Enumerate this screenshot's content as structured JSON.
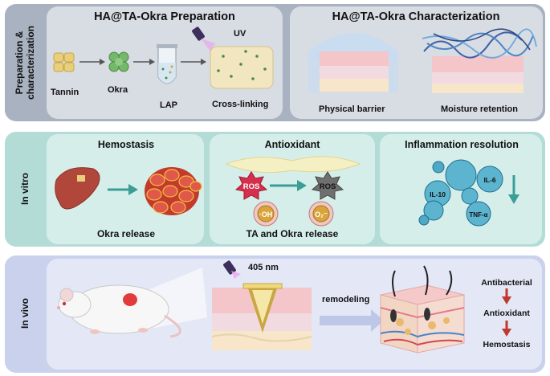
{
  "sections": {
    "prep": {
      "side_label_line1": "Preparation &",
      "side_label_line2": "characterization",
      "prep_title": "HA@TA-Okra Preparation",
      "char_title": "HA@TA-Okra Characterization",
      "tannin": "Tannin",
      "okra": "Okra",
      "lap": "LAP",
      "uv": "UV",
      "crosslinking": "Cross-linking",
      "physical_barrier": "Physical barrier",
      "moisture_retention": "Moisture retention"
    },
    "invitro": {
      "side_label": "In vitro",
      "hemostasis_title": "Hemostasis",
      "okra_release": "Okra release",
      "antioxidant_title": "Antioxidant",
      "ros1": "ROS",
      "ros2": "ROS",
      "oh": "·OH",
      "o2": "O₂⁻",
      "ta_okra_release": "TA and Okra release",
      "inflammation_title": "Inflammation resolution",
      "il6": "IL-6",
      "il10": "IL-10",
      "tnf": "TNF-α"
    },
    "invivo": {
      "side_label": "In vivo",
      "wavelength": "405 nm",
      "remodeling": "remodeling",
      "antibacterial": "Antibacterial",
      "antioxidant": "Antioxidant",
      "hemostasis": "Hemostasis"
    }
  },
  "colors": {
    "prep_bg": "#d5dae2",
    "prep_side": "#a9b2c0",
    "invitro_bg": "#b4dcd7",
    "invitro_card": "#d5efeb",
    "invivo_bg": "#c9d1ec",
    "invivo_inner": "#e4e8f6",
    "arrow_teal": "#3a9e96",
    "arrow_red": "#c0392b"
  }
}
